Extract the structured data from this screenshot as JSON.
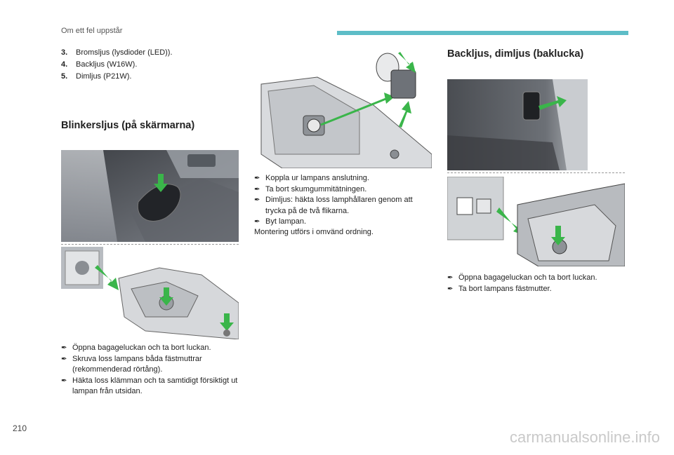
{
  "header": {
    "title": "Om ett fel uppstår"
  },
  "page_number": "210",
  "watermark": "carmanualsonline.info",
  "bulb_list": [
    {
      "num": "3.",
      "text": "Bromsljus (lysdioder (LED))."
    },
    {
      "num": "4.",
      "text": "Backljus (W16W)."
    },
    {
      "num": "5.",
      "text": "Dimljus (P21W)."
    }
  ],
  "section_blinkers": {
    "heading": "Blinkersljus (på skärmarna)",
    "bullets": [
      "Öppna bagageluckan och ta bort luckan.",
      "Skruva loss lampans båda fästmuttrar (rekommenderad rörtång).",
      "Häkta loss klämman och ta samtidigt försiktigt ut lampan från utsidan."
    ]
  },
  "section_middle": {
    "bullets": [
      "Koppla ur lampans anslutning.",
      "Ta bort skumgummitätningen.",
      "Dimljus: häkta loss lamphållaren genom att trycka på de två flikarna.",
      "Byt lampan."
    ],
    "note": "Montering utförs i omvänd ordning."
  },
  "section_backljus": {
    "heading": "Backljus, dimljus (baklucka)",
    "bullets": [
      "Öppna bagageluckan och ta bort luckan.",
      "Ta bort lampans fästmutter."
    ]
  },
  "colors": {
    "accent": "#5dbdc7",
    "arrow_green": "#3ab54a"
  },
  "icons": {
    "bullet": "arrow-bullet-icon"
  }
}
